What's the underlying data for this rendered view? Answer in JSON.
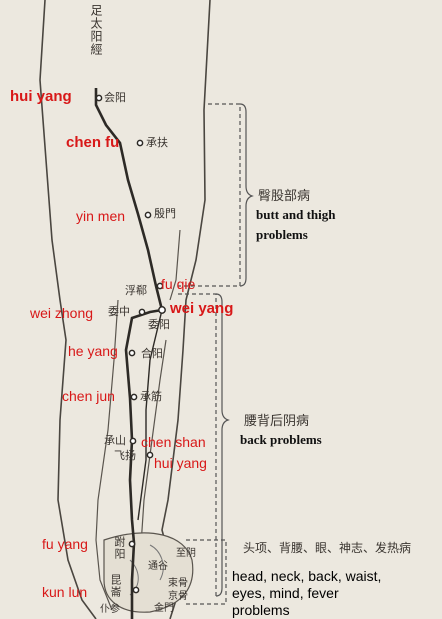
{
  "meridian_name": "足太阳經",
  "points": [
    {
      "pinyin": "hui yang",
      "chinese": "会阳"
    },
    {
      "pinyin": "chen fu",
      "chinese": "承扶"
    },
    {
      "pinyin": "yin men",
      "chinese": "殷門"
    },
    {
      "pinyin": "fu qie",
      "chinese": "浮郗"
    },
    {
      "pinyin": "wei zhong",
      "chinese": "委中"
    },
    {
      "pinyin": "wei yang",
      "chinese": "委阳"
    },
    {
      "pinyin": "he yang",
      "chinese": "合阳"
    },
    {
      "pinyin": "chen jun",
      "chinese": "承筋"
    },
    {
      "pinyin": "chen shan",
      "chinese": "承山"
    },
    {
      "pinyin": "hui yang",
      "chinese": "飞扬"
    },
    {
      "pinyin": "fu yang",
      "chinese": "跗阳"
    },
    {
      "pinyin": "kun lun",
      "chinese": "昆崙"
    }
  ],
  "foot_points_chinese": [
    "至阴",
    "通谷",
    "束骨",
    "京骨",
    "金門",
    "仆参"
  ],
  "groups": [
    {
      "chinese": "臀股部病",
      "english_line1": "butt and thigh",
      "english_line2": "problems"
    },
    {
      "chinese": "腰背后阴病",
      "english_line1": "back problems",
      "english_line2": ""
    },
    {
      "chinese": "头项、背腰、眼、神志、发热病",
      "english_lines": [
        "head, neck, back, waist,",
        "eyes, mind, fever",
        "problems"
      ]
    }
  ]
}
